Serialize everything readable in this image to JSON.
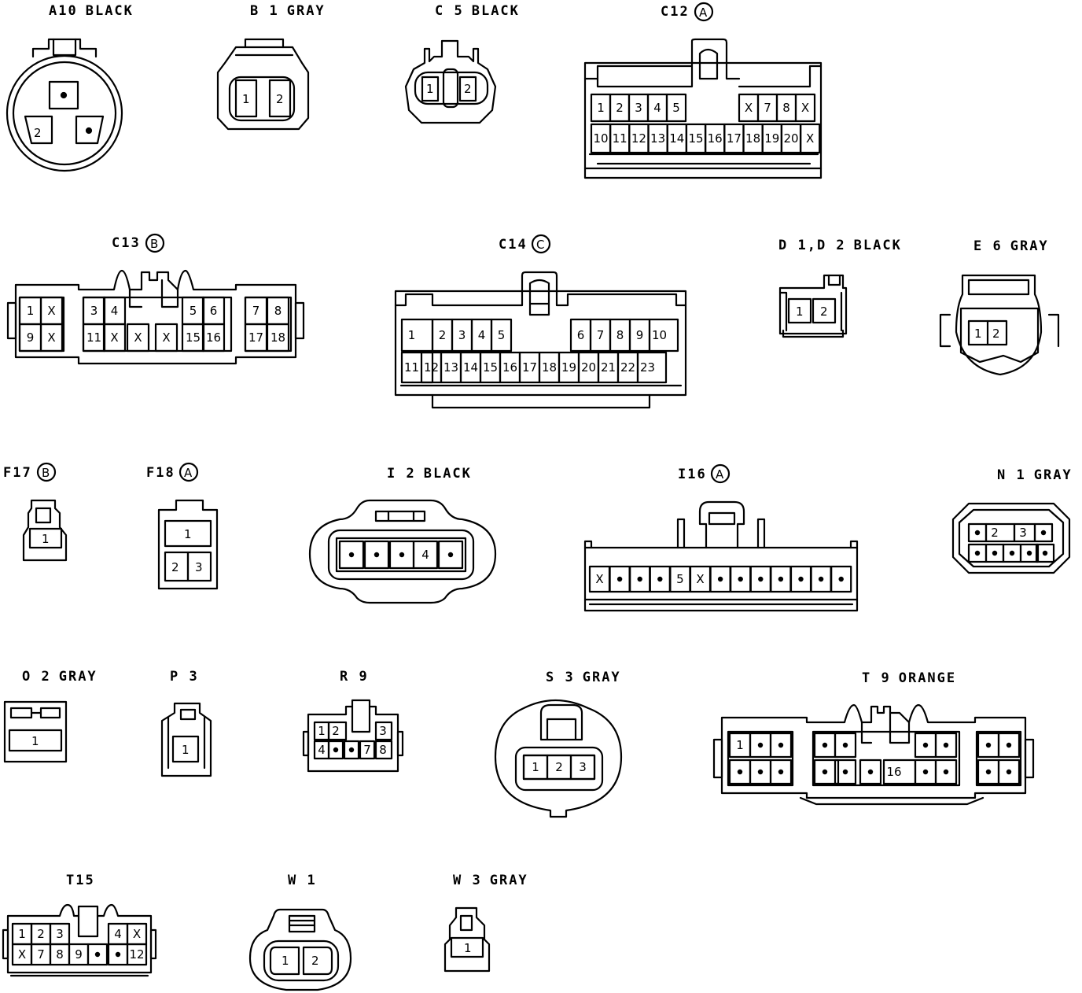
{
  "connectors": [
    {
      "id": "A10",
      "label": "A10",
      "color": "BLACK",
      "pins": [
        "2"
      ]
    },
    {
      "id": "B1",
      "label": "B 1",
      "color": "GRAY",
      "pins": [
        "1",
        "2"
      ]
    },
    {
      "id": "C5",
      "label": "C 5",
      "color": "BLACK",
      "pins": [
        "1",
        "2"
      ]
    },
    {
      "id": "C12",
      "label": "C12",
      "color": "",
      "variant": "A",
      "rows": [
        [
          "1",
          "2",
          "3",
          "4",
          "5",
          "X",
          "7",
          "8",
          "X"
        ],
        [
          "10",
          "11",
          "12",
          "13",
          "14",
          "15",
          "16",
          "17",
          "18",
          "19",
          "20",
          "X"
        ]
      ]
    },
    {
      "id": "C13",
      "label": "C13",
      "color": "",
      "variant": "B",
      "rows": [
        [
          "1",
          "X",
          "3",
          "4",
          "5",
          "6",
          "7",
          "8"
        ],
        [
          "9",
          "X",
          "11",
          "X",
          "X",
          "X",
          "15",
          "16",
          "17",
          "18"
        ]
      ]
    },
    {
      "id": "C14",
      "label": "C14",
      "color": "",
      "variant": "C",
      "rows": [
        [
          "1",
          "2",
          "3",
          "4",
          "5",
          "6",
          "7",
          "8",
          "9",
          "10"
        ],
        [
          "11",
          "12",
          "13",
          "14",
          "15",
          "16",
          "17",
          "18",
          "19",
          "20",
          "21",
          "22",
          "23"
        ]
      ]
    },
    {
      "id": "D1D2",
      "label": "D 1,D 2",
      "color": "BLACK",
      "pins": [
        "1",
        "2"
      ]
    },
    {
      "id": "E6",
      "label": "E 6",
      "color": "GRAY",
      "pins": [
        "1",
        "2"
      ]
    },
    {
      "id": "F17",
      "label": "F17",
      "color": "",
      "variant": "B",
      "pins": [
        "1"
      ]
    },
    {
      "id": "F18",
      "label": "F18",
      "color": "",
      "variant": "A",
      "pins": [
        "1",
        "2",
        "3"
      ]
    },
    {
      "id": "I2",
      "label": "I 2",
      "color": "BLACK",
      "pins": [
        "•",
        "•",
        "•",
        "4",
        "•"
      ]
    },
    {
      "id": "I16",
      "label": "I16",
      "color": "",
      "variant": "A",
      "pins": [
        "X",
        "•",
        "•",
        "•",
        "5",
        "X",
        "•",
        "•",
        "•",
        "•",
        "•",
        "•",
        "•"
      ]
    },
    {
      "id": "N1",
      "label": "N 1",
      "color": "GRAY",
      "rows": [
        [
          "•",
          "2",
          "3",
          "•"
        ],
        [
          "•",
          "•",
          "•",
          "•",
          "•"
        ]
      ]
    },
    {
      "id": "O2",
      "label": "O 2",
      "color": "GRAY",
      "pins": [
        "1"
      ]
    },
    {
      "id": "P3",
      "label": "P 3",
      "color": "",
      "pins": [
        "1"
      ]
    },
    {
      "id": "R9",
      "label": "R 9",
      "color": "",
      "rows": [
        [
          "1",
          "2",
          "3"
        ],
        [
          "4",
          "•",
          "•",
          "7",
          "8"
        ]
      ]
    },
    {
      "id": "S3",
      "label": "S 3",
      "color": "GRAY",
      "pins": [
        "1",
        "2",
        "3"
      ]
    },
    {
      "id": "T9",
      "label": "T 9",
      "color": "ORANGE",
      "rows": [
        [
          "1",
          "•",
          "•",
          "•",
          "•",
          "•",
          "•",
          "•",
          "•"
        ],
        [
          "•",
          "•",
          "•",
          "•",
          "•",
          "•",
          "16",
          "•",
          "•",
          "•",
          "•"
        ]
      ]
    },
    {
      "id": "T15",
      "label": "T15",
      "color": "",
      "rows": [
        [
          "1",
          "2",
          "3",
          "4",
          "X"
        ],
        [
          "X",
          "7",
          "8",
          "9",
          "•",
          "•",
          "12"
        ]
      ]
    },
    {
      "id": "W1",
      "label": "W 1",
      "color": "",
      "pins": [
        "1",
        "2"
      ]
    },
    {
      "id": "W3",
      "label": "W 3",
      "color": "GRAY",
      "pins": [
        "1"
      ]
    }
  ]
}
